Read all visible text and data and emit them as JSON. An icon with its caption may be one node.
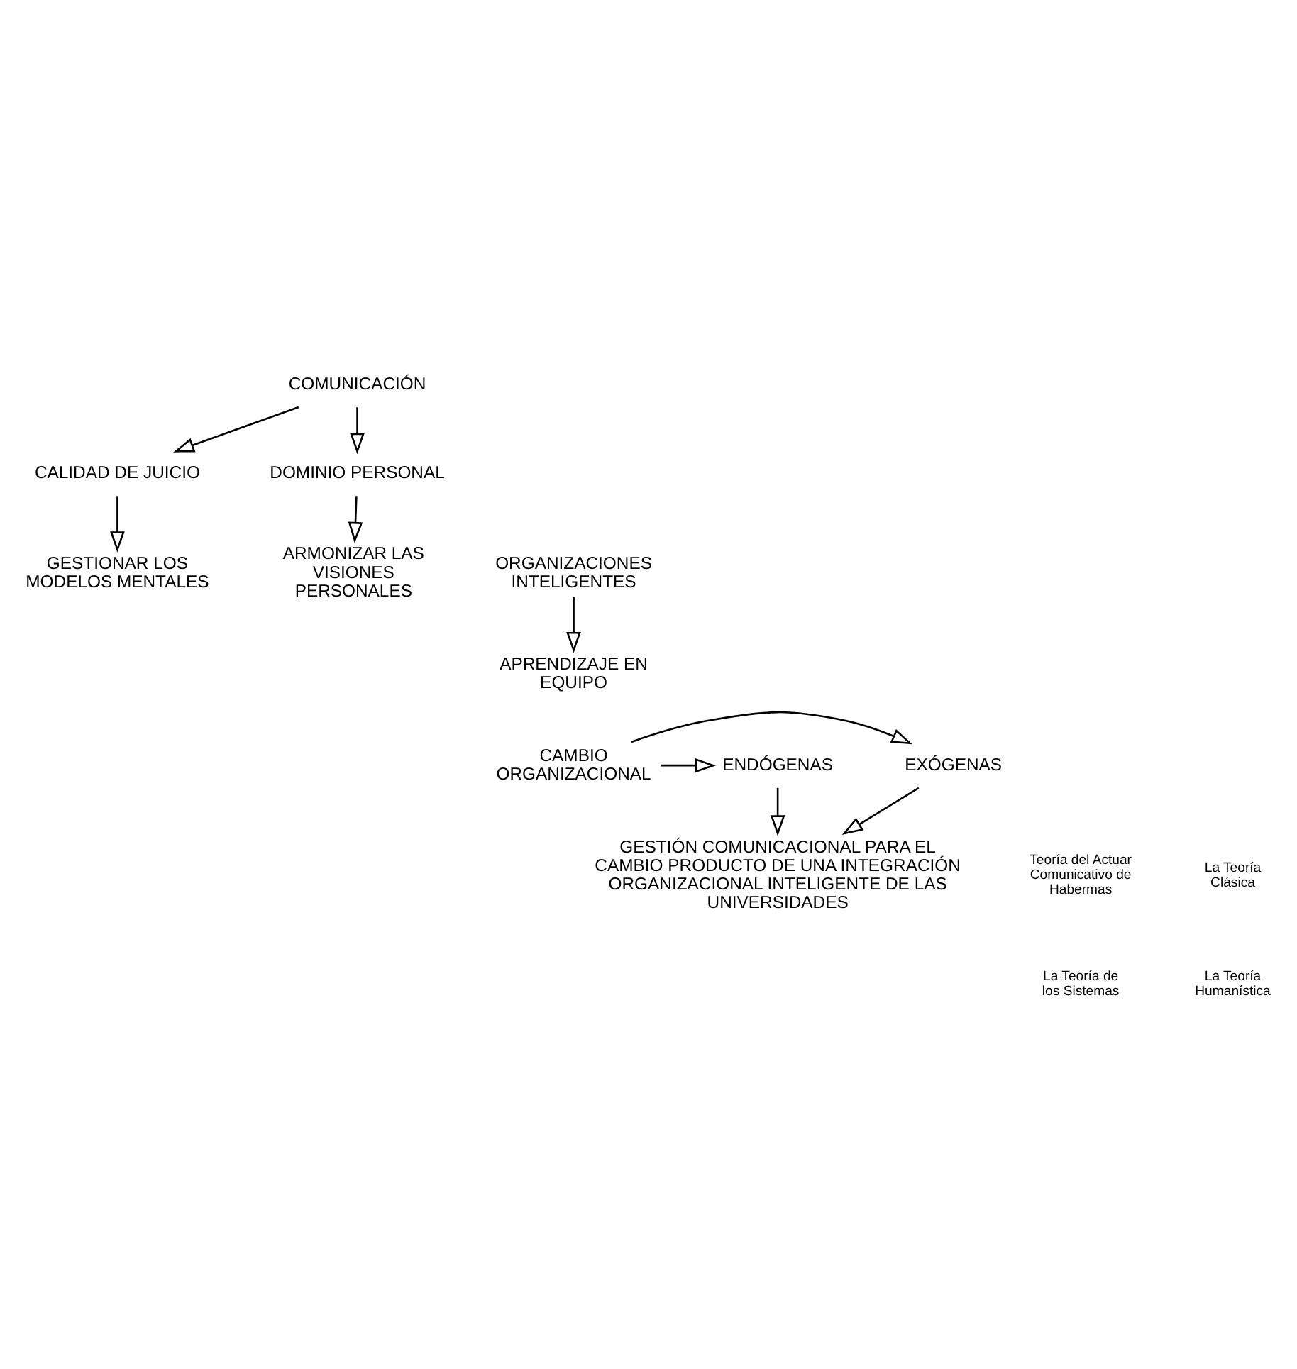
{
  "diagram": {
    "nodes": [
      {
        "text": [
          "COMUNICACIÓN"
        ]
      },
      {
        "text": [
          "CALIDAD DE JUICIO"
        ]
      },
      {
        "text": [
          "DOMINIO PERSONAL"
        ]
      },
      {
        "text": [
          "GESTIONAR LOS MODELOS MENTALES"
        ]
      },
      {
        "text": [
          "ORGANIZACIONES INTELIGENTES"
        ]
      },
      {
        "text": [
          "ARMONIZAR LAS VISIONES PERSONALES"
        ]
      },
      {
        "text": [
          "APRENDIZAJE EN EQUIPO"
        ]
      },
      {
        "text": [
          "ENDÓGENAS"
        ]
      },
      {
        "text": [
          "CAMBIO ORGANIZACIONAL"
        ]
      },
      {
        "text": [
          "EXÓGENAS"
        ]
      },
      {
        "text": [
          "Teoría del Actuar Comunicativo de Habermas"
        ]
      },
      {
        "text": [
          "GESTIÓN COMUNICACIONAL PARA EL CAMBIO PRODUCTO DE UNA INTEGRACIÓN ORGANIZACIONAL INTELIGENTE DE LAS UNIVERSIDADES"
        ]
      },
      {
        "text": [
          "La Teoría Clásica"
        ]
      },
      {
        "text": [
          "La Teoría de los Sistemas"
        ]
      },
      {
        "text": [
          "La Teoría Humanística"
        ]
      }
    ],
    "edges": [
      {
        "from": 0,
        "to": 1,
        "arrow": "to"
      },
      {
        "from": 0,
        "to": 2,
        "arrow": "to"
      },
      {
        "from": 1,
        "to": 3,
        "arrow": "to"
      },
      {
        "from": 2,
        "to": 5,
        "arrow": "to"
      },
      {
        "from": 4,
        "to": 6,
        "arrow": "to"
      },
      {
        "from": 8,
        "to": 7,
        "arrow": "to"
      },
      {
        "from": 8,
        "to": 9,
        "arrow": "to"
      },
      {
        "from": 7,
        "to": 11,
        "arrow": "to"
      },
      {
        "from": 9,
        "to": 11,
        "arrow": "to"
      }
    ]
  }
}
